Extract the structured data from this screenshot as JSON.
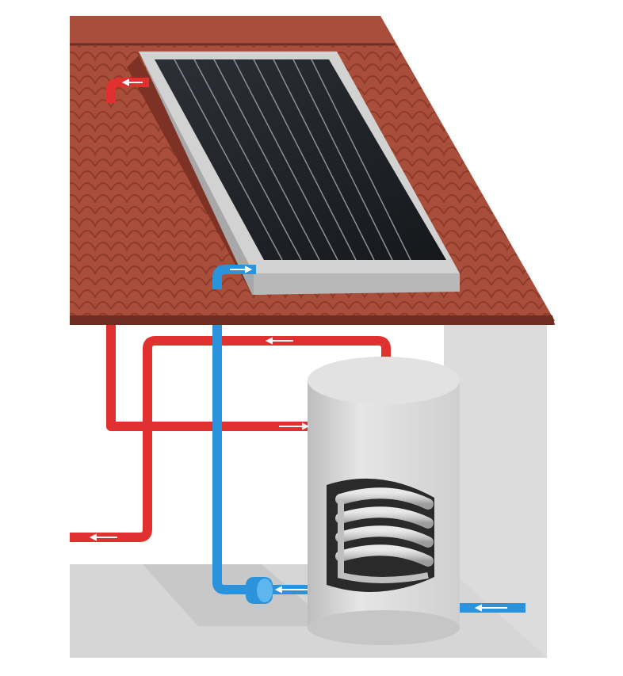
{
  "colors": {
    "background": "#ffffff",
    "roof": "#a94e3a",
    "roof_shade": "#8e3b2a",
    "roof_edge": "#6f2c20",
    "wall": "#dcdcdc",
    "wall_shade": "#c4c4c4",
    "floor": "#d3d3d3",
    "panel_frame": "#cfcfcf",
    "panel_glass": "#1f2226",
    "panel_lines": "#8a9099",
    "hot_pipe": "#e03030",
    "cold_pipe": "#2a93dc",
    "tank": "#d8d8d8",
    "coil": "#bdbdbd",
    "arrow": "#ffffff"
  },
  "components": {
    "solar_collector": "flat-plate-solar-collector",
    "storage_tank": "solar-hot-water-storage-tank",
    "heat_exchanger": "coil-heat-exchanger",
    "pump": "circulation-pump",
    "hot_circuit": "hot-water-pipes",
    "cold_circuit": "cold-water-pipes"
  },
  "flow_arrows": [
    {
      "id": "collector-outlet",
      "circuit": "hot",
      "direction": "left"
    },
    {
      "id": "collector-inlet",
      "circuit": "cold",
      "direction": "right"
    },
    {
      "id": "tank-top-hot",
      "circuit": "hot",
      "direction": "left"
    },
    {
      "id": "tank-hot-supply",
      "circuit": "hot",
      "direction": "right"
    },
    {
      "id": "house-hot-out",
      "circuit": "hot",
      "direction": "left"
    },
    {
      "id": "pump-return",
      "circuit": "cold",
      "direction": "left"
    },
    {
      "id": "cold-water-inlet",
      "circuit": "cold",
      "direction": "left"
    }
  ]
}
